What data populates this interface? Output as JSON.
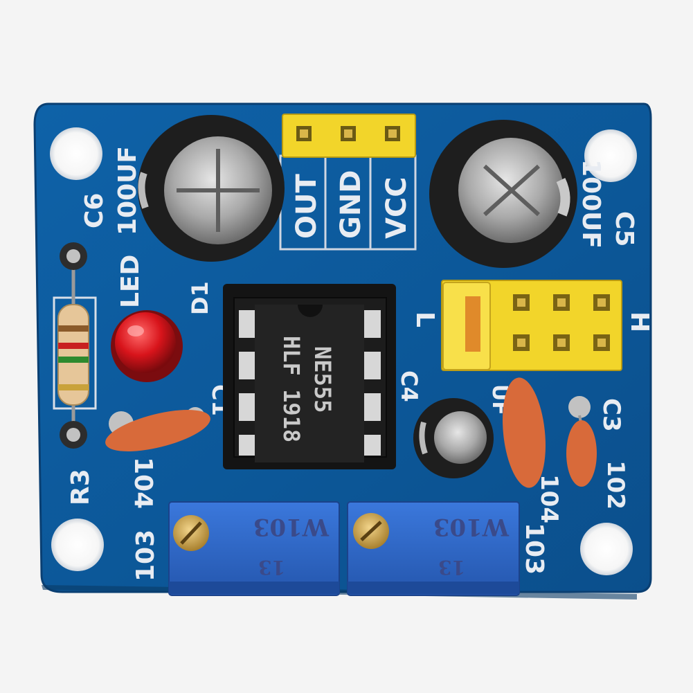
{
  "colors": {
    "background": "#f4f4f4",
    "pcb": "#0d5a9e",
    "pcb_edge": "#0a4a85",
    "silkscreen": "#e8ecf2",
    "header": "#f2d52a",
    "chip": "#141414",
    "led": "#d8141b",
    "ceramic_cap": "#d86a3a",
    "potentiometer": "#2f67c8"
  },
  "header_top": {
    "pins": [
      "OUT",
      "GND",
      "VCC"
    ]
  },
  "capacitors": {
    "c6": {
      "ref": "C6",
      "value": "100UF"
    },
    "c5": {
      "ref": "C5",
      "value": "100UF"
    },
    "c4": {
      "ref": "C4",
      "value": "UF"
    },
    "c1": {
      "ref": "C1",
      "value": "104"
    },
    "c3": {
      "ref": "C3",
      "value": "102"
    },
    "c2_value": "104"
  },
  "led": {
    "label": "LED",
    "ref": "D1"
  },
  "resistor": {
    "ref": "R3"
  },
  "chip": {
    "line1": "NE555",
    "line2": "HLF 1918"
  },
  "jumper": {
    "low": "L",
    "high": "H"
  },
  "pots": [
    {
      "pcb_label": "103",
      "body_label": "W103",
      "sub_label": "13"
    },
    {
      "pcb_label": "103",
      "body_label": "W103",
      "sub_label": "13"
    }
  ]
}
